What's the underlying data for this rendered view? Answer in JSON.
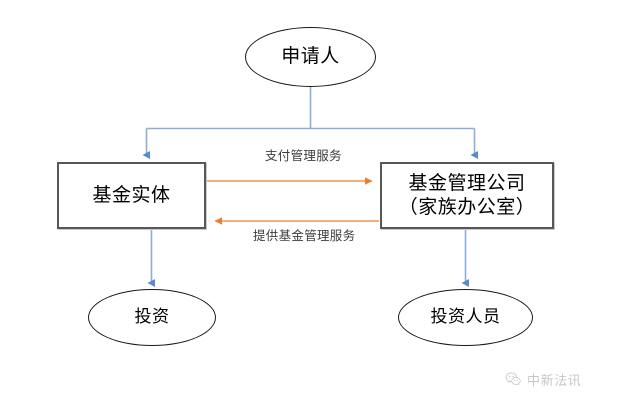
{
  "diagram": {
    "type": "flowchart",
    "background": "#ffffff",
    "nodes": [
      {
        "id": "applicant",
        "label": "申请人",
        "shape": "ellipse",
        "border_color": "#1a1a1a"
      },
      {
        "id": "fund_entity",
        "label": "基金实体",
        "shape": "rectangle",
        "border_color": "#575757"
      },
      {
        "id": "fund_manager",
        "label": "基金管理公司\n（家族办公室）",
        "shape": "rectangle",
        "border_color": "#575757"
      },
      {
        "id": "investment",
        "label": "投资",
        "shape": "ellipse",
        "border_color": "#1a1a1a"
      },
      {
        "id": "investment_staff",
        "label": "投资人员",
        "shape": "ellipse",
        "border_color": "#1a1a1a"
      }
    ],
    "edges": [
      {
        "id": "applicant_to_fund_entity",
        "from": "applicant",
        "to": "fund_entity",
        "label": "",
        "color": "#8FAADC",
        "direction": "down"
      },
      {
        "id": "applicant_to_fund_manager",
        "from": "applicant",
        "to": "fund_manager",
        "label": "",
        "color": "#8FAADC",
        "direction": "down"
      },
      {
        "id": "pay_management",
        "from": "fund_entity",
        "to": "fund_manager",
        "label": "支付管理服务",
        "color": "#ED7D31",
        "direction": "right"
      },
      {
        "id": "provide_fund_management",
        "from": "fund_manager",
        "to": "fund_entity",
        "label": "提供基金管理服务",
        "color": "#ED7D31",
        "direction": "left"
      },
      {
        "id": "fund_entity_to_investment",
        "from": "fund_entity",
        "to": "investment",
        "label": "",
        "color": "#8FAADC",
        "direction": "down"
      },
      {
        "id": "fund_manager_to_staff",
        "from": "fund_manager",
        "to": "investment_staff",
        "label": "",
        "color": "#8FAADC",
        "direction": "down"
      }
    ],
    "colors": {
      "connector_blue": "#8FAADC",
      "connector_orange": "#ED7D31",
      "box_border": "#575757",
      "ellipse_border": "#1a1a1a",
      "text": "#000000",
      "edge_label_text": "#3d3d3d"
    }
  },
  "watermark": {
    "text": "中新法讯",
    "icon": "wechat-icon"
  }
}
